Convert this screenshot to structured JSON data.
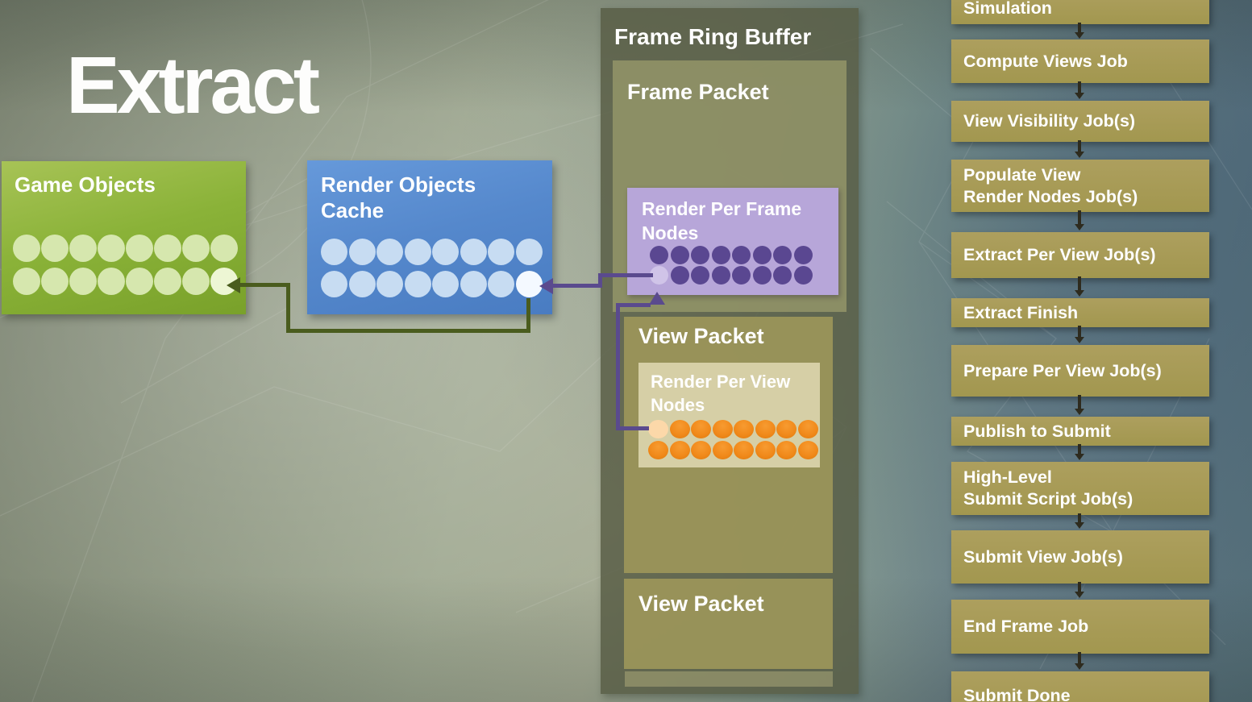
{
  "slide": {
    "title": "Extract"
  },
  "boxes": {
    "game_objects": {
      "label": "Game Objects",
      "dots": {
        "rows": 2,
        "cols": 8,
        "highlight_row": 1,
        "highlight_col": 7
      }
    },
    "render_objects_cache": {
      "label": "Render Objects\nCache",
      "dots": {
        "rows": 2,
        "cols": 8,
        "highlight_row": 1,
        "highlight_col": 7
      }
    },
    "render_per_frame_nodes": {
      "label": "Render Per Frame\nNodes",
      "dots": {
        "rows": 2,
        "cols": 8,
        "highlight_row": 1,
        "highlight_col": 0
      }
    },
    "render_per_view_nodes": {
      "label": "Render Per View\nNodes",
      "dots": {
        "rows": 2,
        "cols": 8,
        "highlight_row": 0,
        "highlight_col": 0
      }
    }
  },
  "frame_ring_buffer": {
    "title": "Frame Ring Buffer",
    "frame_packet": {
      "label": "Frame Packet"
    },
    "view_packets": [
      {
        "label": "View Packet"
      },
      {
        "label": "View Packet"
      }
    ]
  },
  "pipeline": {
    "items": [
      {
        "label": "Simulation"
      },
      {
        "label": "Compute Views Job"
      },
      {
        "label": "View Visibility Job(s)"
      },
      {
        "label": "Populate View\nRender Nodes Job(s)"
      },
      {
        "label": "Extract Per View Job(s)"
      },
      {
        "label": "Extract Finish"
      },
      {
        "label": "Prepare Per View Job(s)"
      },
      {
        "label": "Publish to Submit"
      },
      {
        "label": "High-Level\nSubmit Script Job(s)"
      },
      {
        "label": "Submit View Job(s)"
      },
      {
        "label": "End Frame Job"
      },
      {
        "label": "Submit Done"
      }
    ]
  },
  "arrows": {
    "cache_to_game": {
      "from": "Render Objects Cache",
      "to": "Game Objects",
      "color": "#4a5c1e"
    },
    "frame_nodes_to_cache": {
      "from": "Render Per Frame Nodes",
      "to": "Render Objects Cache",
      "color": "#5a4a8e"
    },
    "view_nodes_to_frame_nodes": {
      "from": "Render Per View Nodes",
      "to": "Render Per Frame Nodes",
      "color": "#5a4a8e"
    },
    "pipeline_flow_color": "#2e2b1e"
  },
  "colors": {
    "game_box": "#8ab238",
    "game_dot": "#d6e7ae",
    "cache_box": "#5588cc",
    "cache_dot": "#c7dcf2",
    "frame_nodes_box": "#b7a6d9",
    "frame_node_dot": "#5a4791",
    "view_nodes_box": "#d6cfa6",
    "view_node_dot": "#f28a1c",
    "packet_fill": "#9c9659",
    "ring_buffer_fill": "#585d45",
    "job_box": "#a89c58",
    "title_text": "#ffffff"
  }
}
